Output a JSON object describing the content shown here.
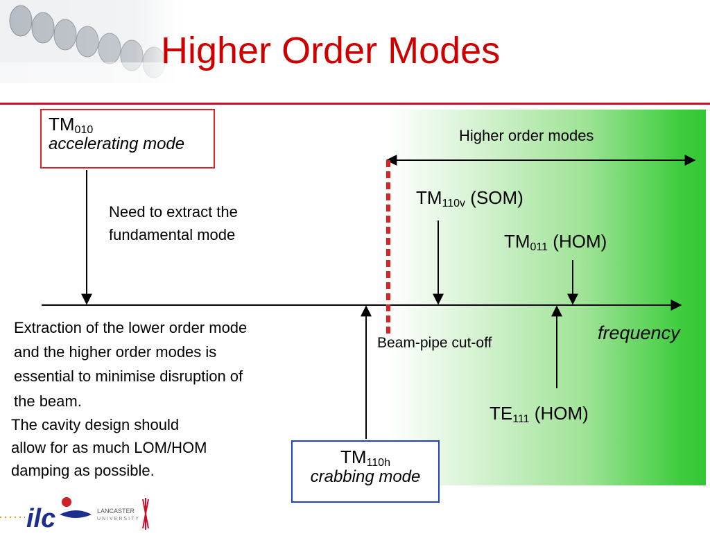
{
  "slide": {
    "title": "Higher Order Modes"
  },
  "diagram": {
    "tm010": {
      "main": "TM",
      "sub": "010",
      "desc": "accelerating mode"
    },
    "tm110h": {
      "main": "TM",
      "sub": "110h",
      "desc": "crabbing mode"
    },
    "tm110v": {
      "main": "TM",
      "sub": "110v",
      "suffix": " (SOM)"
    },
    "tm011": {
      "main": "TM",
      "sub": "011",
      "suffix": " (HOM)"
    },
    "te111": {
      "main": "TE",
      "sub": "111",
      "suffix": " (HOM)"
    },
    "higher_order_label": "Higher order modes",
    "frequency_label": "frequency",
    "cutoff_label": "Beam-pipe cut-off",
    "fundamental_note_line1": "Need to extract the",
    "fundamental_note_line2": "fundamental mode"
  },
  "notes": {
    "extraction_lines": [
      "Extraction of the lower order mode",
      "and the higher order modes is",
      "essential to minimise disruption of",
      "the beam."
    ],
    "design_lines": [
      "The cavity design should",
      "allow for as much LOM/HOM",
      "damping as possible."
    ]
  },
  "logos": {
    "ilc_text": "ilc",
    "lancaster_line1": "LANCASTER",
    "lancaster_line2": "UNIVERSITY"
  },
  "colors": {
    "title": "#cc0000",
    "rule": "#c8102e",
    "tm010_border": "#e02020",
    "tm110h_border": "#1f3fd0",
    "cutoff_line": "#e02020",
    "green": "#33c733",
    "ilc_blue": "#1d2f8c",
    "ilc_red": "#d0202a"
  }
}
